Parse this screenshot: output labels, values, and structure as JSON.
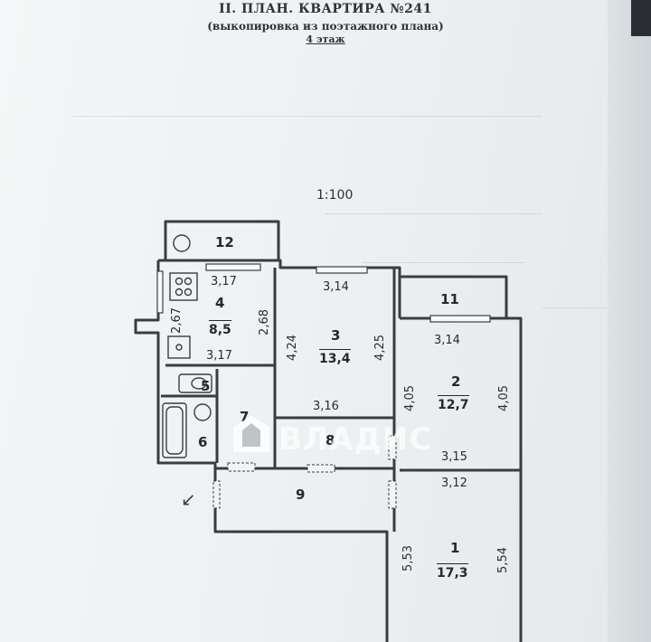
{
  "header": {
    "title": "II. ПЛАН. КВАРТИРА №241",
    "subtitle": "(выкопировка из поэтажного плана)",
    "floor": "4 этаж"
  },
  "scale": "1:100",
  "watermark": "ВЛАДИС",
  "rooms": {
    "r12": {
      "number": "12"
    },
    "r11": {
      "number": "11"
    },
    "r4": {
      "number": "4",
      "area": "8,5",
      "top": "3,17",
      "bottom": "3,17",
      "left": "2,67",
      "right": "2,68"
    },
    "r3": {
      "number": "3",
      "area": "13,4",
      "top": "3,14",
      "bottom": "3,16",
      "left": "4,24",
      "right": "4,25"
    },
    "r2": {
      "number": "2",
      "area": "12,7",
      "top": "3,14",
      "bottom": "3,15",
      "left": "4,05",
      "right": "4,05"
    },
    "r1": {
      "number": "1",
      "area": "17,3",
      "top": "3,12",
      "left": "5,53",
      "right": "5,54"
    },
    "r5": {
      "number": "5"
    },
    "r6": {
      "number": "6"
    },
    "r7": {
      "number": "7"
    },
    "r8": {
      "number": "8"
    },
    "r9": {
      "number": "9"
    }
  },
  "colors": {
    "line": "#3a3d40",
    "text": "#26292c"
  }
}
